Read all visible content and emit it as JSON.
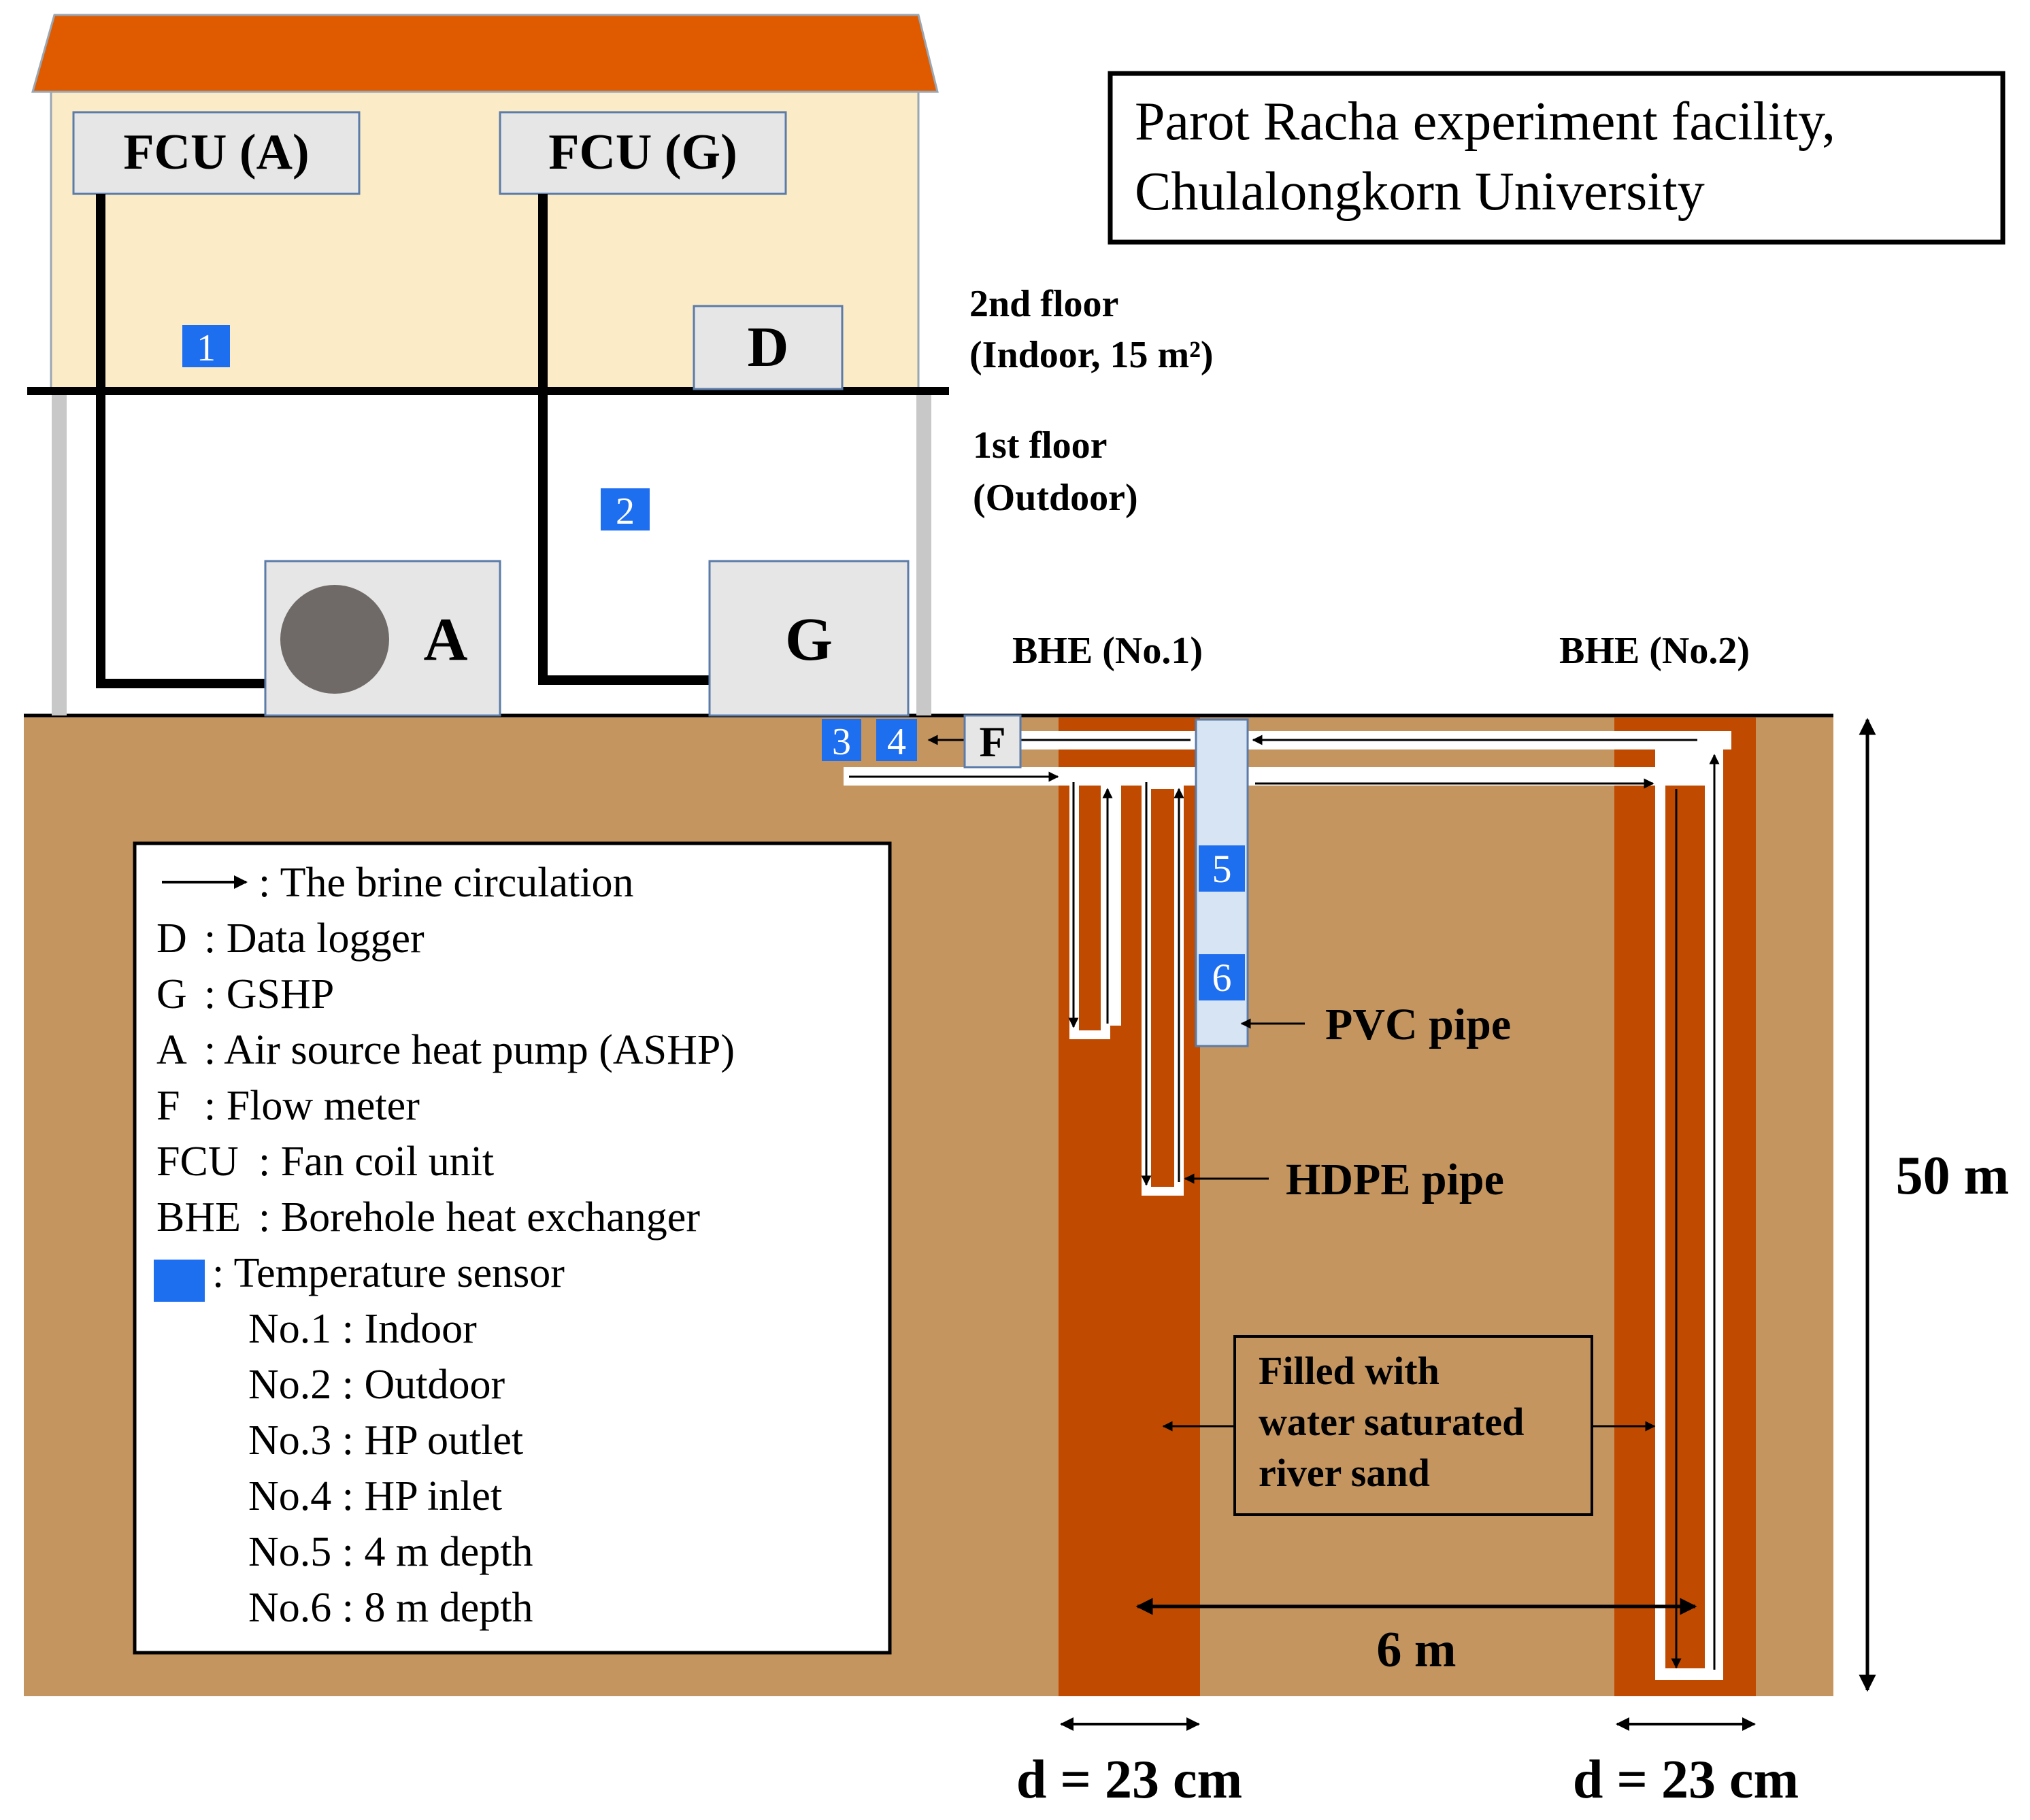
{
  "title_lines": [
    "Parot Racha experiment facility,",
    "Chulalongkorn University"
  ],
  "units": {
    "fcu_a": "FCU (A)",
    "fcu_g": "FCU (G)",
    "data_logger": "D",
    "ashp": "A",
    "gshp": "G",
    "flow_meter": "F"
  },
  "floors": {
    "second": [
      "2nd floor",
      "(Indoor, 15 m²)"
    ],
    "first": [
      "1st floor",
      "(Outdoor)"
    ]
  },
  "sensors": [
    "1",
    "2",
    "3",
    "4",
    "5",
    "6"
  ],
  "bhe_labels": [
    "BHE (No.1)",
    "BHE (No.2)"
  ],
  "pipe_labels": {
    "pvc": "PVC pipe",
    "hdpe": "HDPE pipe"
  },
  "fill_label": [
    "Filled with",
    "water saturated",
    "river sand"
  ],
  "dimensions": {
    "depth": "50 m",
    "spacing": "6 m",
    "diameter_1": "d = 23 cm",
    "diameter_2": "d = 23 cm"
  },
  "legend": {
    "rows": [
      {
        "key": "",
        "text": ":   The brine circulation"
      },
      {
        "key": "D",
        "text": ":  Data logger"
      },
      {
        "key": "G",
        "text": ":  GSHP"
      },
      {
        "key": "A",
        "text": ":  Air source heat pump (ASHP)"
      },
      {
        "key": "F",
        "text": ":  Flow meter"
      },
      {
        "key": "FCU",
        "text": ":  Fan coil unit"
      },
      {
        "key": "BHE",
        "text": ":  Borehole heat exchanger"
      },
      {
        "key": "",
        "text": ":  Temperature sensor"
      }
    ],
    "sensor_rows": [
      "No.1 : Indoor",
      "No.2 : Outdoor",
      "No.3 : HP outlet",
      "No.4 : HP inlet",
      "No.5 : 4 m depth",
      "No.6 : 8 m depth"
    ]
  },
  "colors": {
    "roof": "#e05a00",
    "wall": "#fbecc7",
    "ground": "#c4955f",
    "borehole": "#c04b00",
    "sensor": "#1e6ef0",
    "unit_fill": "#e6e6e6",
    "pvc": "#d7e4f4"
  }
}
